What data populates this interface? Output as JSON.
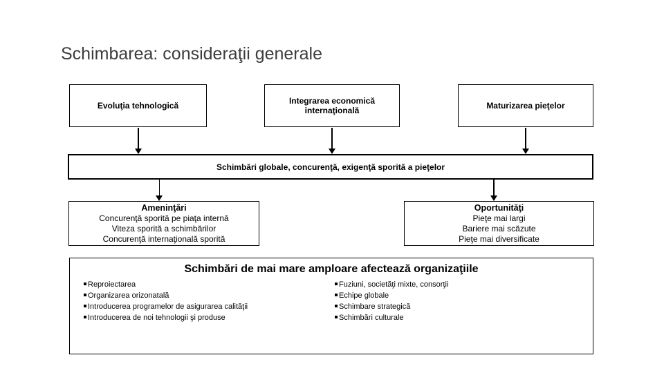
{
  "slide": {
    "title": "Schimbarea: consideraţii generale"
  },
  "top_boxes": [
    {
      "label": "Evoluţia tehnologică"
    },
    {
      "label": "Integrarea economică internaţională"
    },
    {
      "label": "Maturizarea pieţelor"
    }
  ],
  "global_box": {
    "label": "Schimbări globale, concurenţă, exigenţă sporită a pieţelor"
  },
  "threats": {
    "title": "Ameninţări",
    "items": [
      "Concurenţă sporită pe piaţa internă",
      "Viteza sporită a schimbărilor",
      "Concurenţă internaţională sporită"
    ]
  },
  "opportunities": {
    "title": "Oportunităţi",
    "items": [
      "Pieţe mai largi",
      "Bariere mai scăzute",
      "Pieţe mai diversificate"
    ]
  },
  "changes": {
    "title": "Schimbări de mai mare amploare afectează organizaţiile",
    "left_items": [
      "Reproiectarea",
      "Organizarea orizonatală",
      "Introducerea programelor de asigurarea calităţii",
      "Introducerea de noi tehnologii şi produse"
    ],
    "right_items": [
      "Fuziuni, societăţi mixte, consorţii",
      "Echipe globale",
      "Schimbare strategică",
      "Schimbări culturale"
    ]
  },
  "colors": {
    "background": "#ffffff",
    "border": "#000000",
    "box_text": "#000000",
    "title_text": "#3d3d3d"
  }
}
